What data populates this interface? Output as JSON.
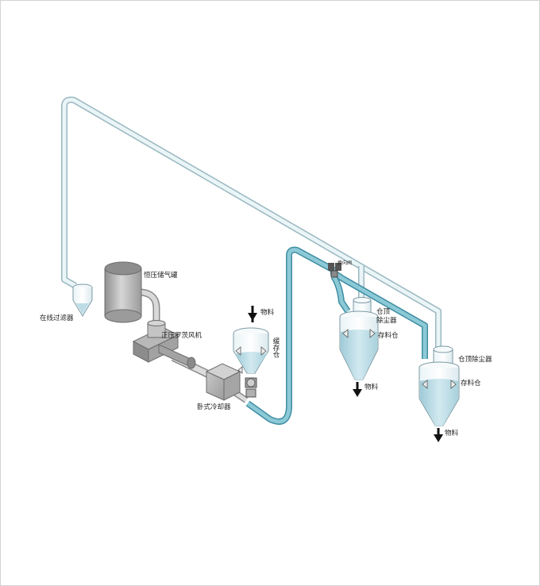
{
  "labels": {
    "tank": "恒压储气罐",
    "filter": "在线过滤器",
    "blower": "正压罗茨风机",
    "cooler": "卧式冷却器",
    "buffer_bin": "缓存仓",
    "diverter_valve": "换向阀",
    "top_dust_collector_1_line1": "仓顶",
    "top_dust_collector_1_line2": "除尘器",
    "storage_bin_1": "存料仓",
    "top_dust_collector_2": "仓顶除尘器",
    "storage_bin_2": "存料仓",
    "material_in": "物料",
    "material_out_1": "物料",
    "material_out_2": "物料"
  },
  "colors": {
    "return_pipe": "#b9dbe2",
    "convey_pipe": "#6fb6c7",
    "equipment_gray": "#a8a8a8",
    "material_fill": "#bcdce6",
    "frame_border": "#d4d4d4"
  }
}
